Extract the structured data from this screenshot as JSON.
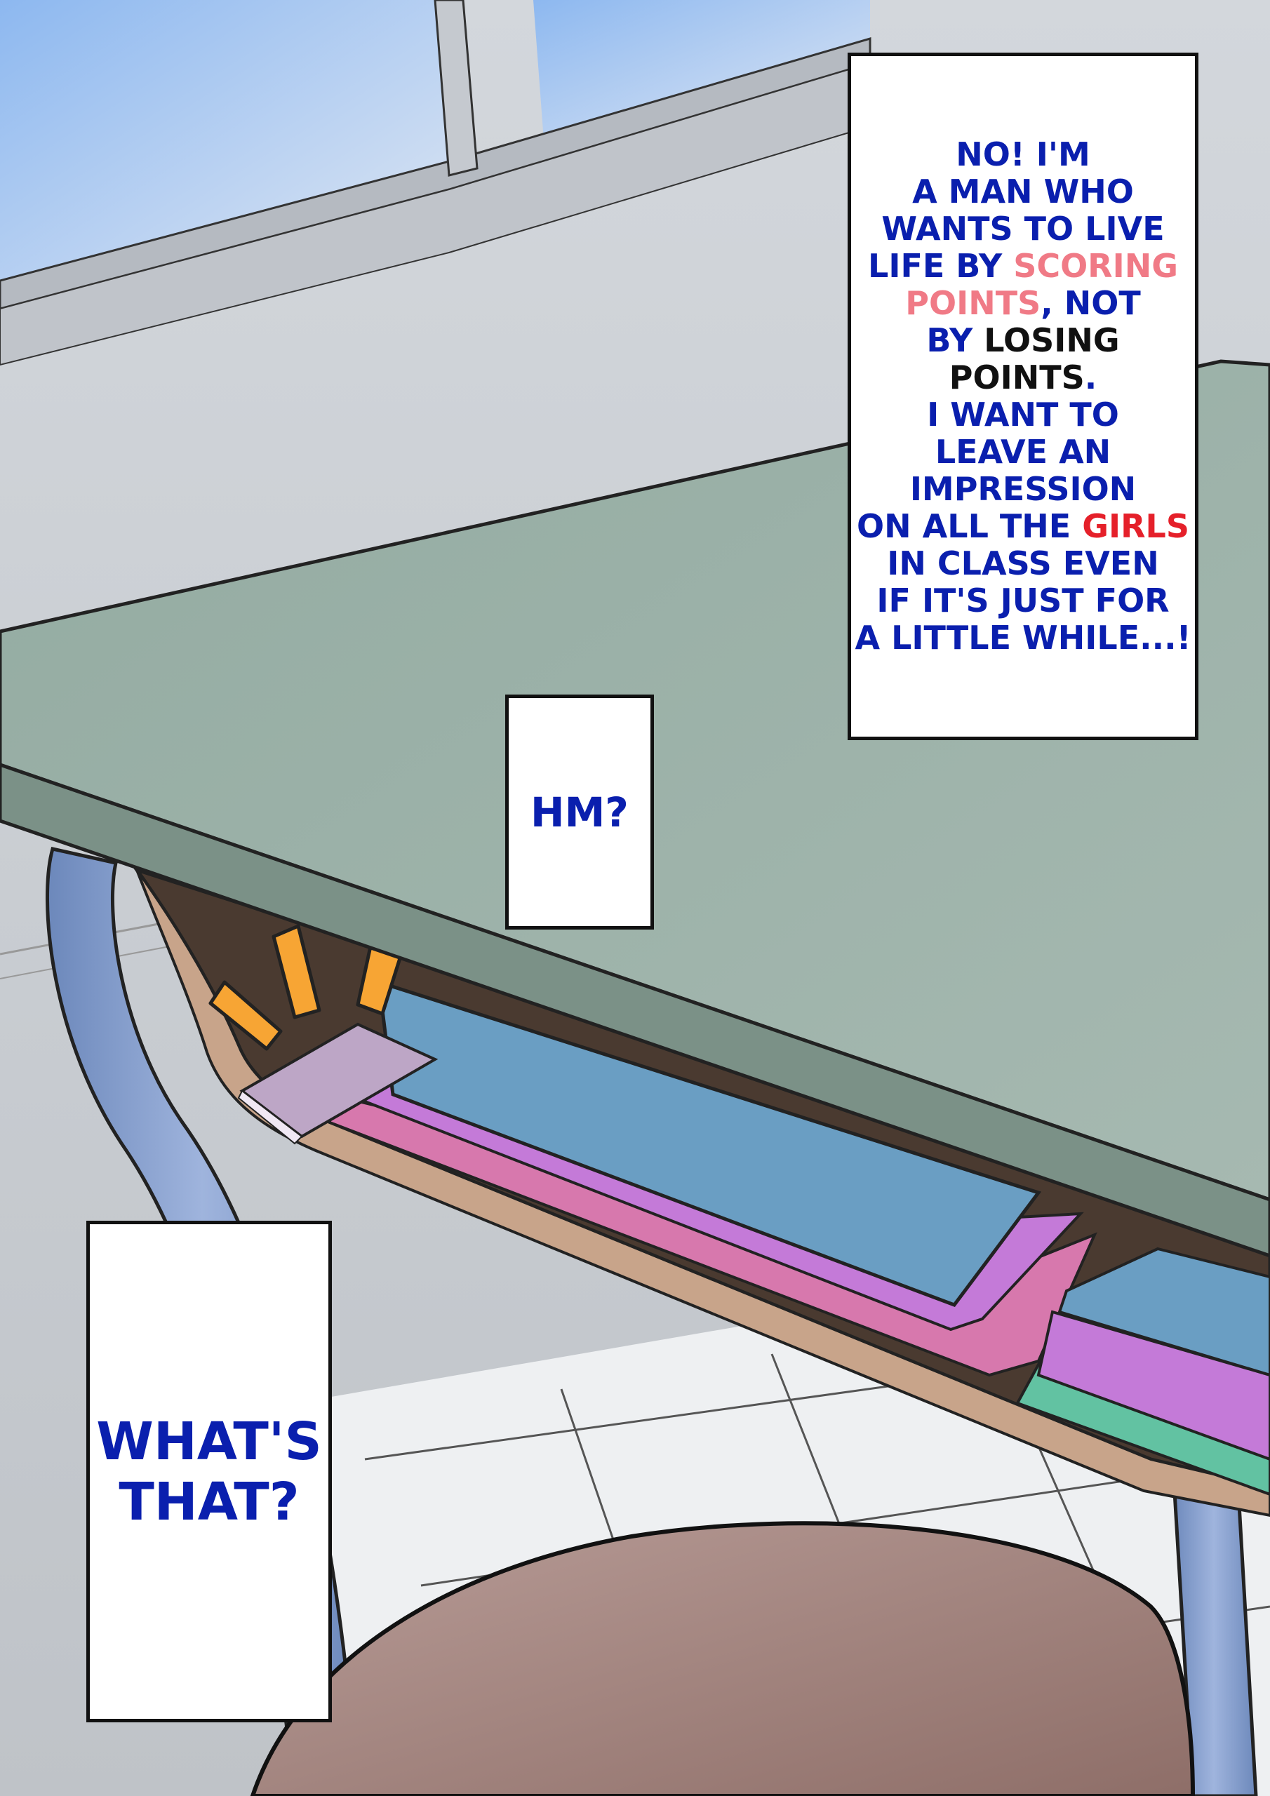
{
  "captions": {
    "main": {
      "line1": "NO! I'M",
      "line2": "A MAN WHO",
      "line3": "WANTS TO LIVE",
      "line4_a": "LIFE BY ",
      "line4_b": "SCORING",
      "line5_a": "POINTS",
      "line5_b": ", NOT",
      "line6_a": "BY ",
      "line6_b": "LOSING",
      "line7_a": "POINTS",
      "line7_b": ".",
      "line8": "I WANT TO",
      "line9": "LEAVE AN",
      "line10": "IMPRESSION",
      "line11_a": "ON ALL THE ",
      "line11_b": "GIRLS",
      "line12": "IN CLASS EVEN",
      "line13": "IF IT'S JUST FOR",
      "line14": "A LITTLE WHILE...!"
    },
    "hm": {
      "text": "HM?"
    },
    "what": {
      "line1": "WHAT'S",
      "line2": "THAT?"
    }
  },
  "colors": {
    "text_blue": "#0a1fae",
    "highlight_pink": "#f07a86",
    "highlight_red": "#e5202a",
    "desk_top": "#8fa79c",
    "desk_edge": "#7b9187",
    "wall": "#c4c8cd",
    "sky": "#9fc3ef",
    "folder_blue": "#6a9ec3",
    "folder_pink": "#d778ad",
    "folder_purple": "#c47ad8",
    "folder_green": "#62c2a2",
    "chair_brown": "#a98882",
    "leg_blue": "#7b96c6",
    "alert_orange": "#f7a534"
  }
}
